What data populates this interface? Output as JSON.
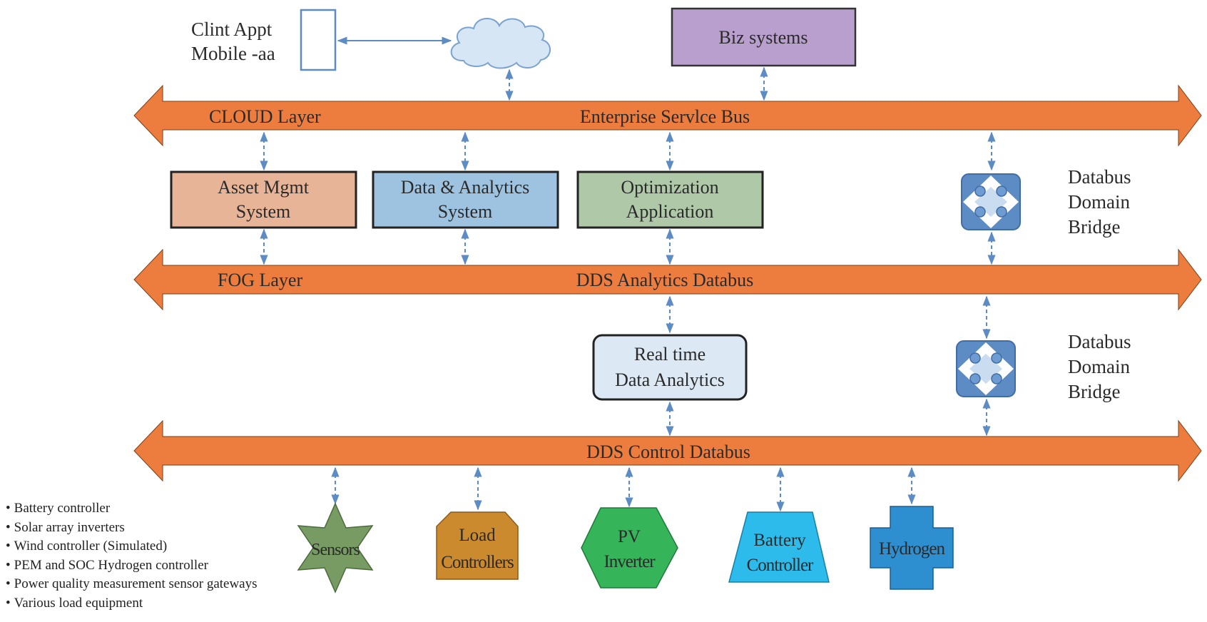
{
  "mobile_label": [
    "Clint Appt",
    "Mobile -aa"
  ],
  "biz_systems": "Biz systems",
  "buses": {
    "cloud": {
      "layer": "CLOUD Layer",
      "name": "Enterprise Servlce Bus"
    },
    "fog": {
      "layer": "FOG Layer",
      "name": "DDS Analytics Databus"
    },
    "control": {
      "name": "DDS Control Databus"
    }
  },
  "systems": {
    "asset": [
      "Asset Mgmt",
      "System"
    ],
    "data": [
      "Data & Analytics",
      "System"
    ],
    "opt": [
      "Optimization",
      "Application"
    ]
  },
  "realtime": [
    "Real time",
    "Data Analytics"
  ],
  "bridge_label": [
    "Databus",
    "Domain",
    "Bridge"
  ],
  "devices": {
    "sensors": [
      "Sensors"
    ],
    "load": [
      "Load",
      "Controllers"
    ],
    "pv": [
      "PV",
      "Inverter"
    ],
    "battery": [
      "Battery",
      "Controller"
    ],
    "hydrogen": [
      "Hydrogen"
    ]
  },
  "bullets": [
    "Battery controller",
    "Solar array inverters",
    "Wind controller (Simulated)",
    "PEM and SOC Hydrogen controller",
    "Power quality measurement sensor gateways",
    "Various load equipment"
  ],
  "colors": {
    "bus": "#ED7D3E",
    "asset": "#E8B497",
    "data": "#9EC3E0",
    "opt": "#AFC8A8",
    "biz": "#B99FCE",
    "realtime": "#DCE9F5",
    "cloud": "#D6E6F4",
    "sensors": "#779B63",
    "load": "#CC8A2E",
    "pv": "#35B45A",
    "battery": "#2DBBEC",
    "hydrogen": "#2E8FD0",
    "arrow": "#5D8BC3"
  }
}
